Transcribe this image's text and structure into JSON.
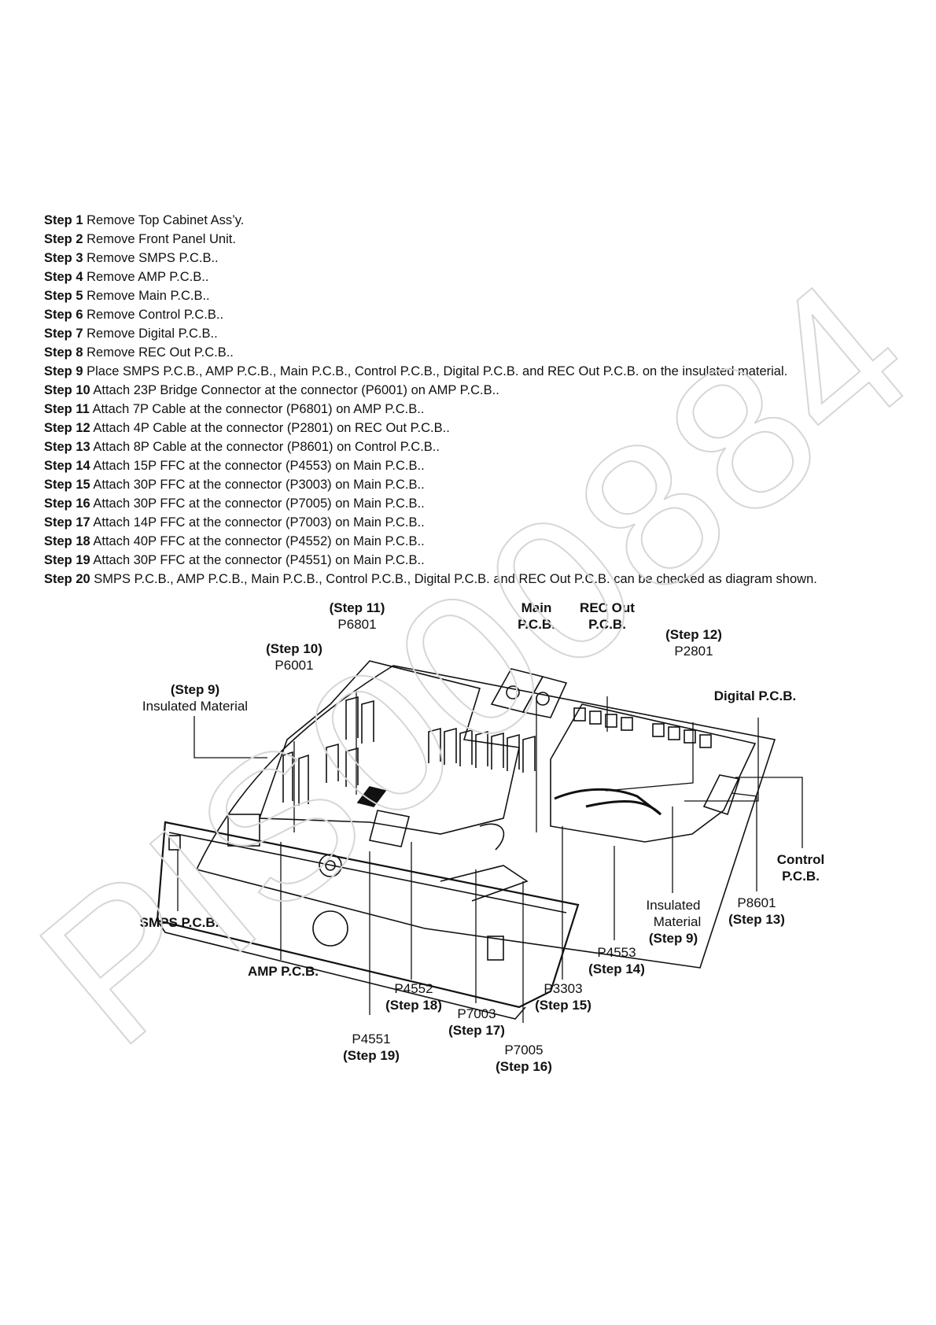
{
  "watermark": "PIS000884",
  "steps": [
    {
      "label": "Step 1",
      "text": " Remove Top Cabinet Ass’y."
    },
    {
      "label": "Step 2",
      "text": " Remove Front Panel Unit."
    },
    {
      "label": "Step 3",
      "text": " Remove SMPS P.C.B.."
    },
    {
      "label": "Step 4",
      "text": " Remove AMP P.C.B.."
    },
    {
      "label": "Step 5",
      "text": " Remove Main P.C.B.."
    },
    {
      "label": "Step 6",
      "text": " Remove Control P.C.B.."
    },
    {
      "label": "Step 7",
      "text": " Remove Digital P.C.B.."
    },
    {
      "label": "Step 8",
      "text": " Remove REC Out P.C.B.."
    },
    {
      "label": "Step 9",
      "text": " Place SMPS P.C.B., AMP P.C.B., Main P.C.B., Control P.C.B., Digital P.C.B. and REC Out P.C.B. on the insulated material."
    },
    {
      "label": "Step 10",
      "text": " Attach 23P Bridge Connector at the connector (P6001) on AMP P.C.B.."
    },
    {
      "label": "Step 11",
      "text": " Attach 7P Cable at the connector (P6801) on AMP P.C.B.."
    },
    {
      "label": "Step 12",
      "text": " Attach 4P Cable at the connector (P2801) on REC Out P.C.B.."
    },
    {
      "label": "Step 13",
      "text": " Attach 8P Cable at the connector (P8601) on Control P.C.B.."
    },
    {
      "label": "Step 14",
      "text": " Attach 15P FFC at the connector (P4553) on Main P.C.B.."
    },
    {
      "label": "Step 15",
      "text": " Attach 30P FFC at the connector (P3003) on Main P.C.B.."
    },
    {
      "label": "Step 16",
      "text": " Attach 30P FFC at the connector (P7005) on Main P.C.B.."
    },
    {
      "label": "Step 17",
      "text": " Attach 14P FFC at the connector (P7003) on Main P.C.B.."
    },
    {
      "label": "Step 18",
      "text": " Attach 40P FFC at the connector (P4552) on Main P.C.B.."
    },
    {
      "label": "Step 19",
      "text": " Attach 30P FFC at the connector (P4551) on Main P.C.B.."
    },
    {
      "label": "Step 20",
      "text": " SMPS P.C.B., AMP P.C.B., Main P.C.B., Control P.C.B., Digital P.C.B. and REC Out P.C.B. can be checked as diagram shown."
    }
  ],
  "diagram": {
    "step11": {
      "bold": "(Step 11)",
      "name": "P6801"
    },
    "main_pcb": {
      "line1": "Main",
      "line2": "P.C.B."
    },
    "rec_out_pcb": {
      "line1": "REC Out",
      "line2": "P.C.B."
    },
    "step12": {
      "bold": "(Step 12)",
      "name": "P2801"
    },
    "step10": {
      "bold": "(Step 10)",
      "name": "P6001"
    },
    "step9_top": {
      "bold": "(Step 9)",
      "name": "Insulated Material"
    },
    "digital_pcb": "Digital P.C.B.",
    "control_pcb": {
      "line1": "Control",
      "line2": "P.C.B."
    },
    "p8601": {
      "name": "P8601",
      "bold": "(Step 13)"
    },
    "smps_pcb": "SMPS P.C.B.",
    "insulated_bottom": {
      "line1": "Insulated",
      "line2": "Material",
      "bold": "(Step 9)"
    },
    "amp_pcb": "AMP P.C.B.",
    "p4553": {
      "name": "P4553",
      "bold": "(Step 14)"
    },
    "p4552": {
      "name": "P4552",
      "bold": "(Step 18)"
    },
    "p3303": {
      "name": "P3303",
      "bold": "(Step 15)"
    },
    "p7003": {
      "name": "P7003",
      "bold": "(Step 17)"
    },
    "p4551": {
      "name": "P4551",
      "bold": "(Step 19)"
    },
    "p7005": {
      "name": "P7005",
      "bold": "(Step 16)"
    }
  }
}
